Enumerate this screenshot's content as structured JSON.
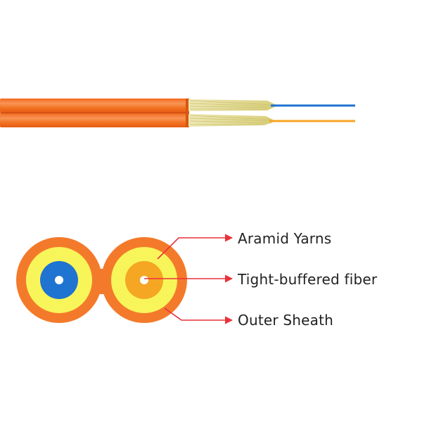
{
  "labels": {
    "aramid": "Aramid Yarns",
    "fiber": "Tight-buffered fiber",
    "sheath": "Outer Sheath"
  },
  "colors": {
    "sheath_orange": "#F47A2B",
    "aramid_yellow": "#F8F55A",
    "fiber_blue": "#1F73D1",
    "fiber_orange": "#F5A623",
    "yarn_tan": "#E6E0A0",
    "arrow_red": "#E8323A",
    "text": "#222222",
    "background": "#FFFFFF"
  }
}
